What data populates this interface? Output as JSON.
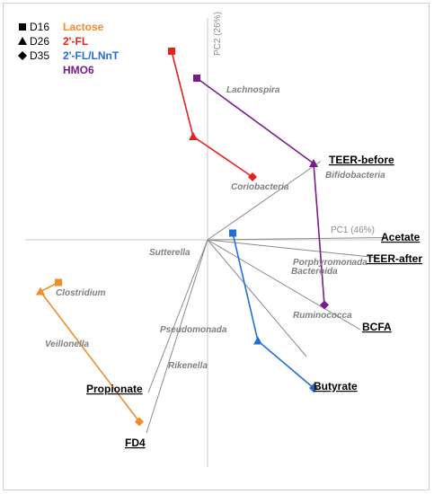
{
  "chart_data": {
    "type": "scatter",
    "subtype": "pca-biplot",
    "xlabel": "PC1 (46%)",
    "ylabel": "PC2 (26%)",
    "xlim": [
      -1.0,
      1.0
    ],
    "ylim": [
      -1.0,
      1.0
    ],
    "grid": false,
    "legend": {
      "placement": "top-left",
      "timepoints": [
        {
          "label": "D16",
          "marker": "square"
        },
        {
          "label": "D26",
          "marker": "triangle"
        },
        {
          "label": "D35",
          "marker": "diamond"
        }
      ]
    },
    "series": [
      {
        "name": "Lactose",
        "color": "#f28c28",
        "points": [
          {
            "t": "D16",
            "x": -0.83,
            "y": -0.19
          },
          {
            "t": "D26",
            "x": -0.93,
            "y": -0.23
          },
          {
            "t": "D35",
            "x": -0.38,
            "y": -0.81
          }
        ]
      },
      {
        "name": "2'-FL",
        "color": "#e8201e",
        "points": [
          {
            "t": "D16",
            "x": -0.2,
            "y": 0.84
          },
          {
            "t": "D26",
            "x": -0.08,
            "y": 0.46
          },
          {
            "t": "D35",
            "x": 0.25,
            "y": 0.28
          }
        ]
      },
      {
        "name": "2'-FL/LNnT",
        "color": "#1f6fd8",
        "points": [
          {
            "t": "D16",
            "x": 0.14,
            "y": 0.03
          },
          {
            "t": "D26",
            "x": 0.28,
            "y": -0.45
          },
          {
            "t": "D35",
            "x": 0.59,
            "y": -0.66
          }
        ]
      },
      {
        "name": "HMO6",
        "color": "#7b1a8c",
        "points": [
          {
            "t": "D16",
            "x": -0.06,
            "y": 0.72
          },
          {
            "t": "D26",
            "x": 0.59,
            "y": 0.34
          },
          {
            "t": "D35",
            "x": 0.65,
            "y": -0.29
          }
        ]
      }
    ],
    "loadings": [
      {
        "name": "Lachnospira",
        "kind": "taxon",
        "x": 0.0,
        "y": 0.0,
        "ex": 0.0,
        "ey": 0.0
      },
      {
        "name": "Coriobacteria",
        "kind": "taxon",
        "ex": 0.0,
        "ey": 0.0
      },
      {
        "name": "Bifidobacteria",
        "kind": "taxon",
        "ex": 0.0,
        "ey": 0.0
      },
      {
        "name": "Sutterella",
        "kind": "taxon",
        "ex": 0.0,
        "ey": 0.0
      },
      {
        "name": "Clostridium",
        "kind": "taxon",
        "ex": 0.0,
        "ey": 0.0
      },
      {
        "name": "Veillonella",
        "kind": "taxon",
        "ex": 0.0,
        "ey": 0.0
      },
      {
        "name": "Porphyromonada",
        "kind": "taxon",
        "ex": 0.0,
        "ey": 0.0
      },
      {
        "name": "Bacteroida",
        "kind": "taxon",
        "ex": 0.0,
        "ey": 0.0
      },
      {
        "name": "Ruminococca",
        "kind": "taxon",
        "ex": 0.0,
        "ey": 0.0
      },
      {
        "name": "Pseudomonada",
        "kind": "taxon",
        "ex": 0.0,
        "ey": 0.0
      },
      {
        "name": "Rikenella",
        "kind": "taxon",
        "ex": 0.0,
        "ey": 0.0
      },
      {
        "name": "TEER-before",
        "kind": "metadata",
        "ex": 0.63,
        "ey": 0.35
      },
      {
        "name": "Acetate",
        "kind": "metadata",
        "ex": 1.0,
        "ey": 0.01
      },
      {
        "name": "TEER-after",
        "kind": "metadata",
        "ex": 0.95,
        "ey": -0.08
      },
      {
        "name": "BCFA",
        "kind": "metadata",
        "ex": 0.85,
        "ey": -0.4
      },
      {
        "name": "Butyrate",
        "kind": "metadata",
        "ex": 0.55,
        "ey": -0.52
      },
      {
        "name": "Propionate",
        "kind": "metadata",
        "ex": -0.33,
        "ey": -0.68
      },
      {
        "name": "FD4",
        "kind": "metadata",
        "ex": -0.34,
        "ey": -0.86
      }
    ]
  }
}
